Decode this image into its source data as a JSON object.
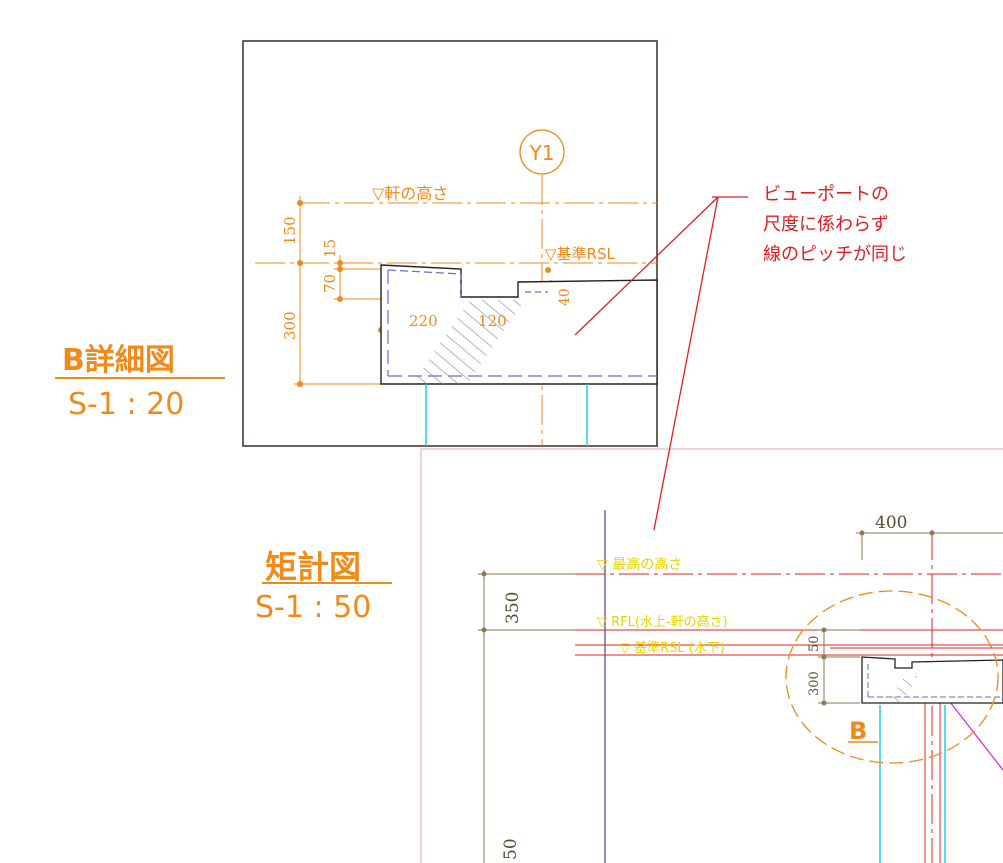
{
  "detail_view": {
    "title": "B詳細図",
    "scale": "S-1 : 20",
    "grid_label": "Y1",
    "level_eave": "▽軒の高さ",
    "level_rsl": "▽基準RSL",
    "dim_150": "150",
    "dim_15": "15",
    "dim_70": "70",
    "dim_300": "300",
    "dim_220": "220",
    "dim_120": "120",
    "dim_40": "40"
  },
  "callout": {
    "line1": "ビューポートの",
    "line2": "尺度に係わらず",
    "line3": "線のピッチが同じ"
  },
  "section_view": {
    "title": "矩計図",
    "scale": "S-1 : 50",
    "dim_400": "400",
    "dim_350": "350",
    "dim_50": "50",
    "dim_300": "300",
    "dim_50_bottom": "50",
    "level_top": "▽ 最高の高さ",
    "level_rfl": "▽ RFL(水上-軒の高さ)",
    "level_rsl": "▽ 基準RSL (水下)",
    "detail_marker": "B"
  },
  "colors": {
    "orange": "#f08a1a",
    "red": "#e02020",
    "yellow": "#e8d400",
    "cyan": "#22d0e0",
    "magenta": "#e020e0",
    "purple": "#5a3c8c",
    "dim_olive": "#8a7a50",
    "dash_blue": "#6a6ad0"
  }
}
